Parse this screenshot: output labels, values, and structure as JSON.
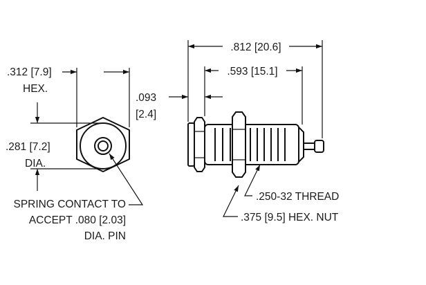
{
  "diagram": {
    "left_view": {
      "hex_width_label": ".312 [7.9]",
      "hex_label": "HEX.",
      "diameter_label": ".281 [7.2]",
      "dia_label": "DIA.",
      "callout_lines": [
        "SPRING CONTACT TO",
        "ACCEPT .080 [2.03]",
        "DIA. PIN"
      ]
    },
    "side_view": {
      "overall_length_label": ".812 [20.6]",
      "body_length_label": ".593 [15.1]",
      "flange_label": ".093",
      "flange_metric_label": "[2.4]",
      "thread_label": ".250-32 THREAD",
      "nut_label": ".375 [9.5] HEX. NUT"
    }
  }
}
